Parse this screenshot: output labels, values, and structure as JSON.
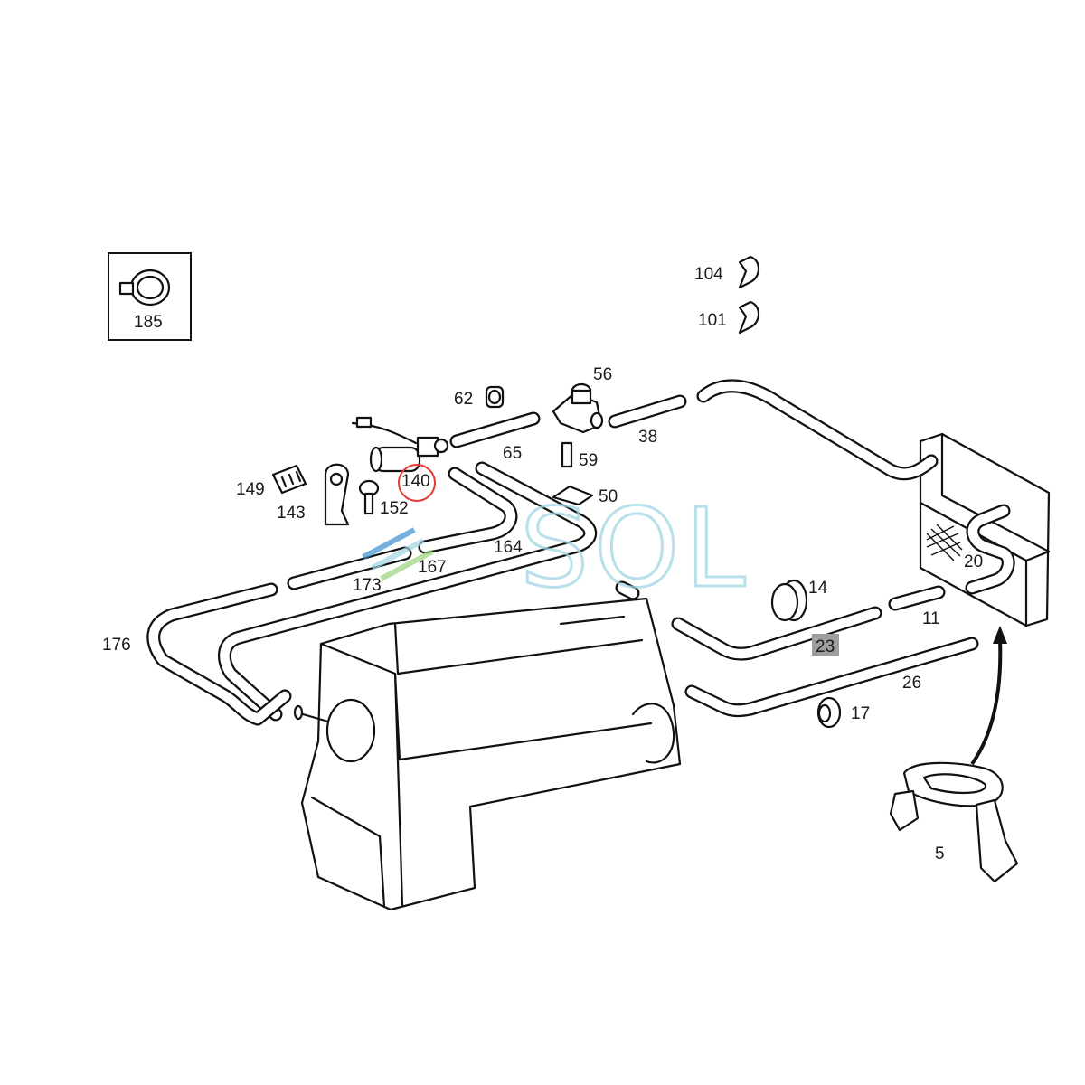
{
  "watermark": {
    "text": "SOL",
    "color": "#9fd6e3"
  },
  "highlight": {
    "part": "140",
    "circle_color": "#e53935",
    "box_part": "23",
    "box_color": "#9e9e9e"
  },
  "labels": {
    "p185": "185",
    "p104": "104",
    "p101": "101",
    "p62": "62",
    "p56": "56",
    "p38": "38",
    "p65": "65",
    "p59": "59",
    "p50": "50",
    "p149": "149",
    "p140": "140",
    "p143": "143",
    "p152": "152",
    "p164": "164",
    "p167": "167",
    "p173": "173",
    "p176": "176",
    "p14": "14",
    "p11": "11",
    "p20": "20",
    "p23": "23",
    "p26": "26",
    "p17": "17",
    "p5": "5"
  }
}
